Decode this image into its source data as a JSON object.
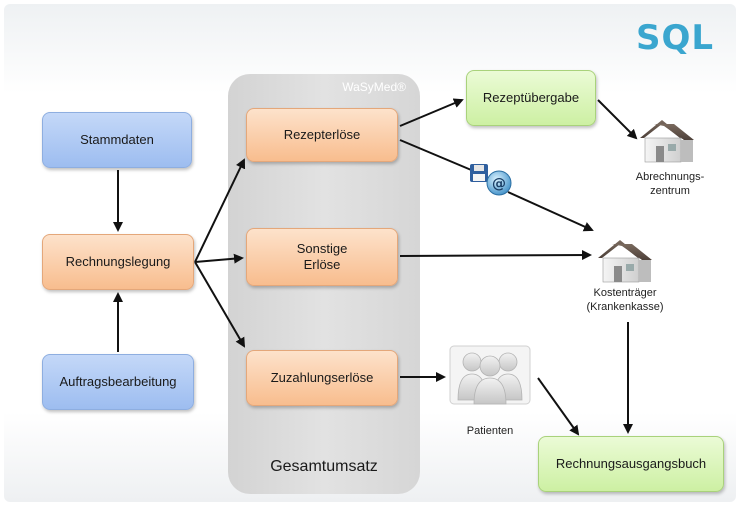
{
  "logo": {
    "text": "SQL",
    "color": "#3aa6cf"
  },
  "panel": {
    "title": "WaSyMed®",
    "footer": "Gesamtumsatz"
  },
  "nodes": {
    "stammdaten": "Stammdaten",
    "rechnungslegung": "Rechnungslegung",
    "auftragsbearbeitung": "Auftragsbearbeitung",
    "rezepterloese": "Rezepterlöse",
    "sonstige_erloese_line1": "Sonstige",
    "sonstige_erloese_line2": "Erlöse",
    "zuzahlungserloese": "Zuzahlungserlöse",
    "rezeptuebergabe": "Rezeptübergabe",
    "rechnungsausgangsbuch": "Rechnungsausgangsbuch"
  },
  "labels": {
    "abrechnungszentrum_line1": "Abrechnungs-",
    "abrechnungszentrum_line2": "zentrum",
    "kostentraeger_line1": "Kostenträger",
    "kostentraeger_line2": "(Krankenkasse)",
    "patienten": "Patienten"
  },
  "icons": [
    "house-icon",
    "floppy-disk-icon",
    "email-icon",
    "patients-group-icon"
  ],
  "colors": {
    "blue_box": "#9dbdf0",
    "orange_box": "#f8bd8e",
    "green_box": "#cdf0a3",
    "panel": "#d9d9d9"
  }
}
